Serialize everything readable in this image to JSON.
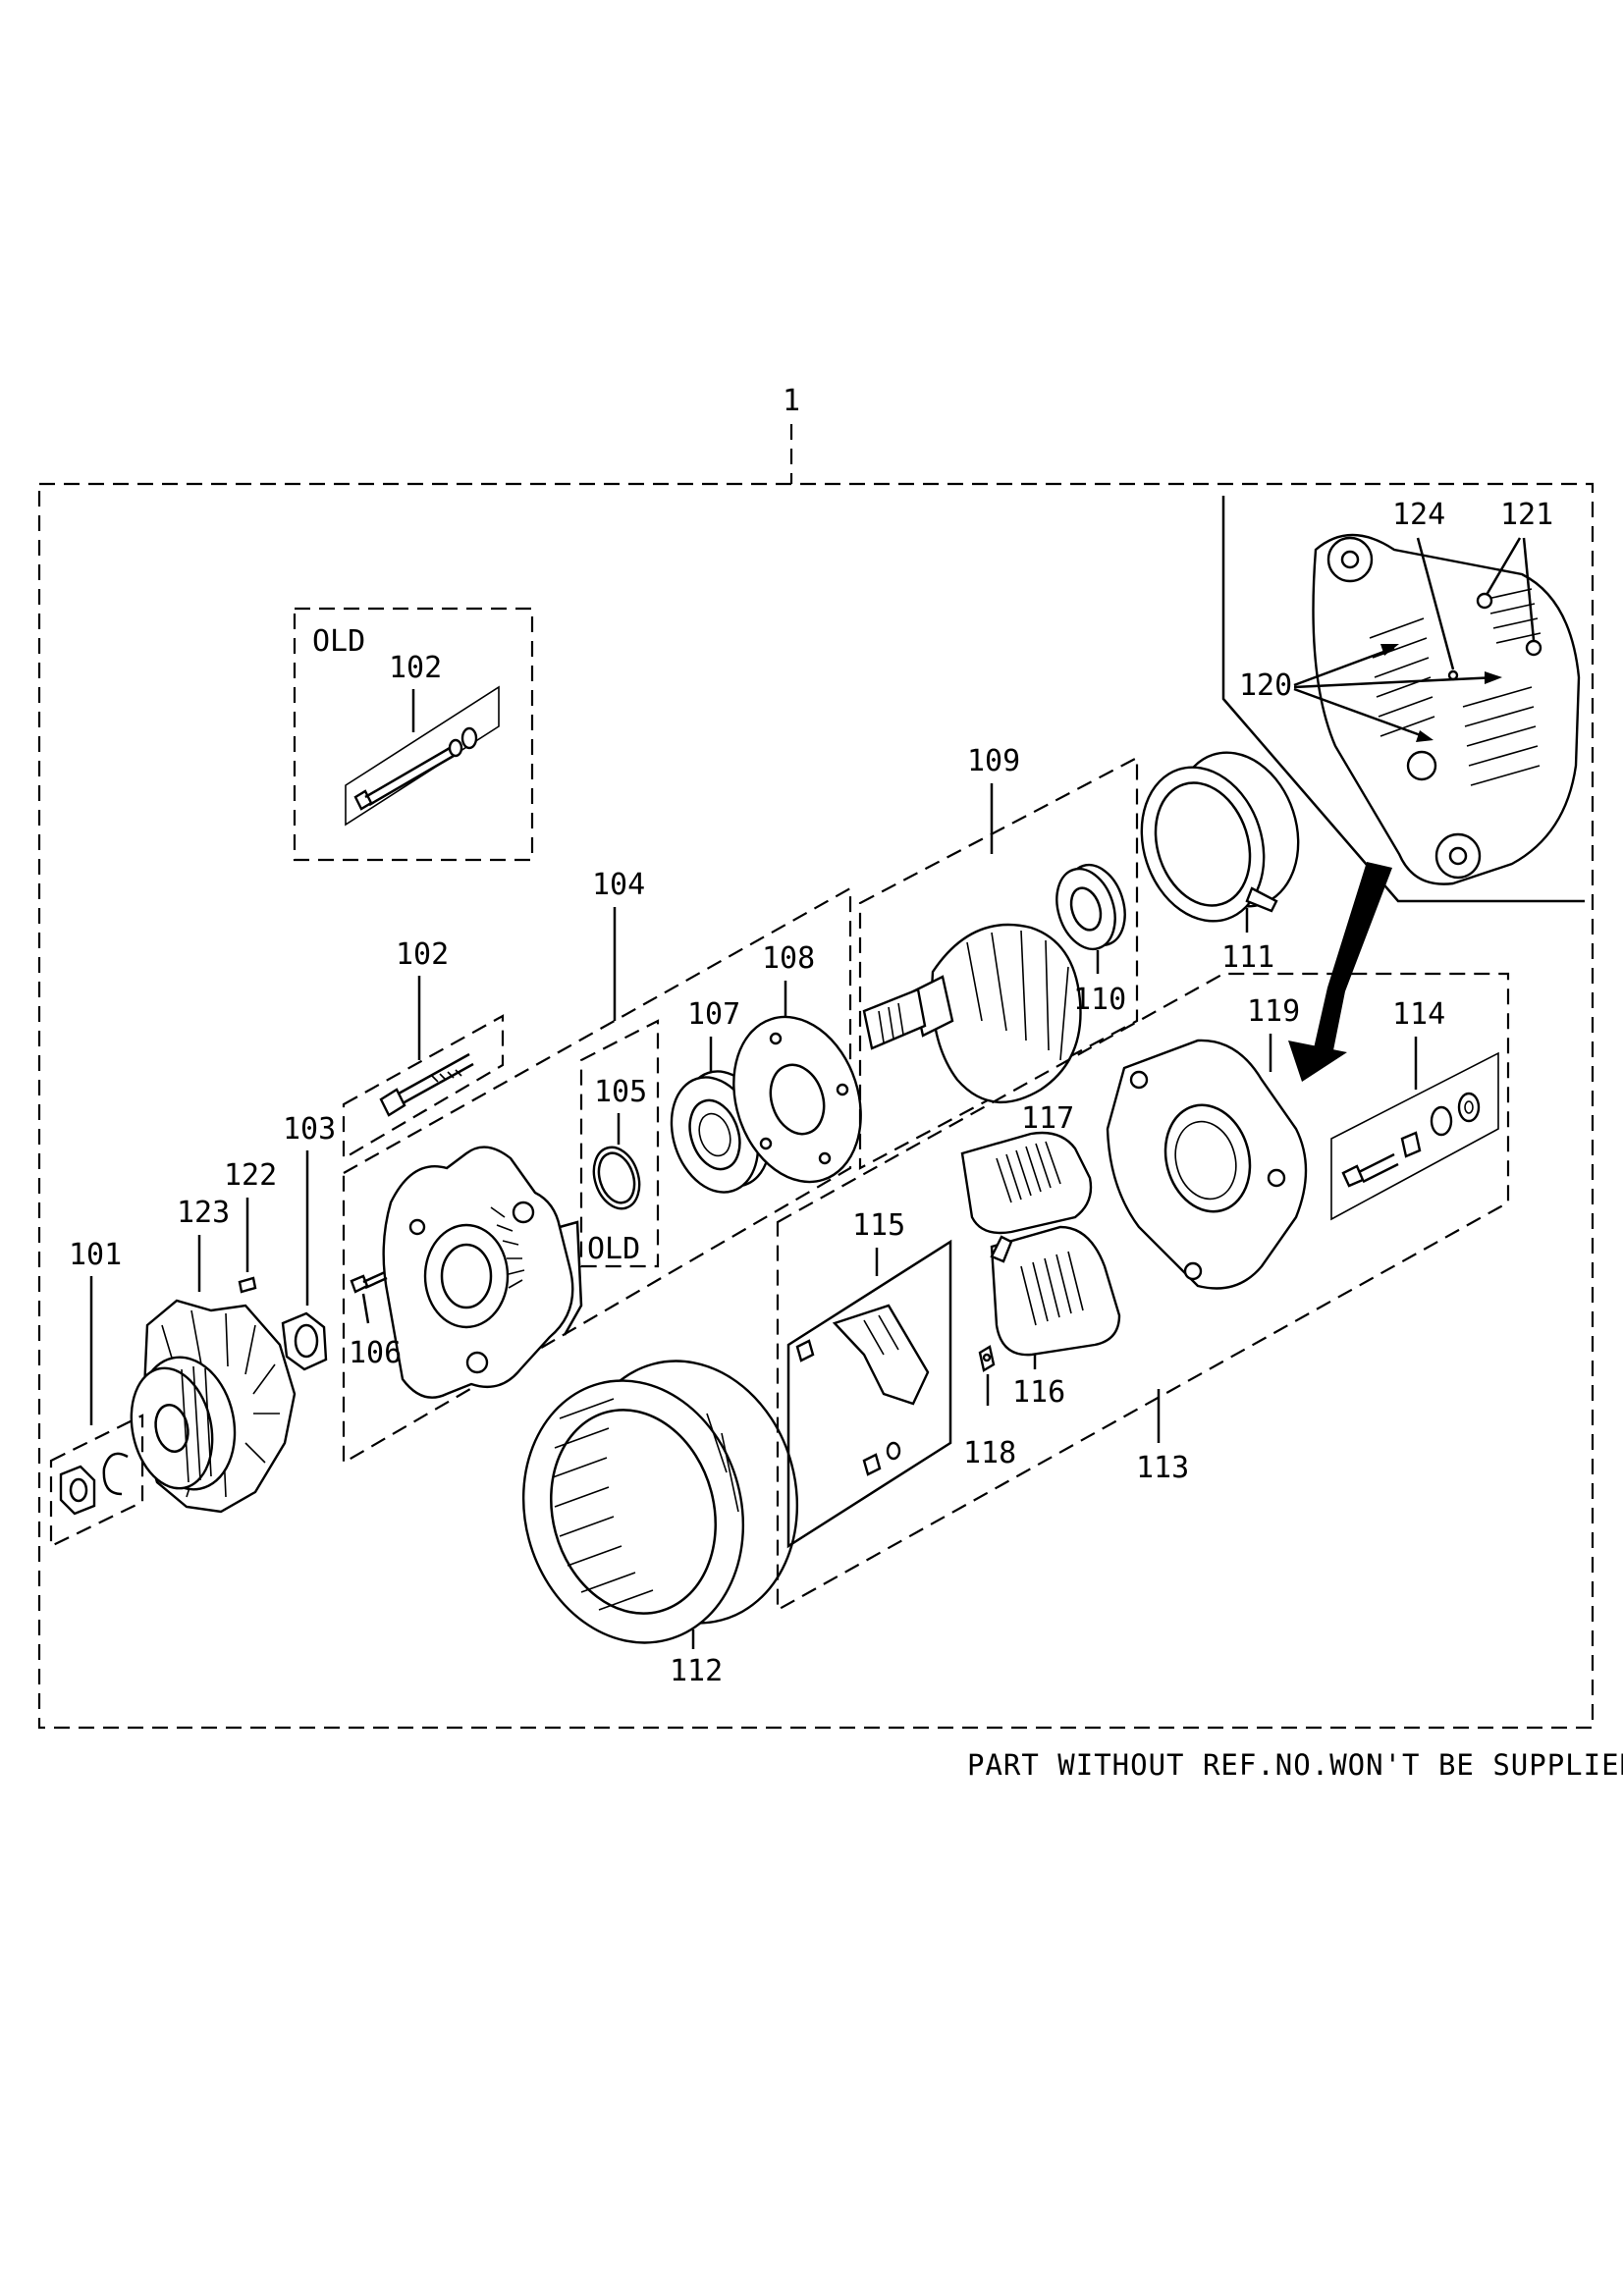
{
  "diagram": {
    "assembly_label": "1",
    "old_label_top": "OLD",
    "old_label_small": "OLD",
    "footer_note": "PART WITHOUT REF.NO.WON'T BE SUPPLIED.",
    "callouts": {
      "c101": "101",
      "c102_old": "102",
      "c102": "102",
      "c103": "103",
      "c104": "104",
      "c105": "105",
      "c106": "106",
      "c107": "107",
      "c108": "108",
      "c109": "109",
      "c110": "110",
      "c111": "111",
      "c112": "112",
      "c113": "113",
      "c114": "114",
      "c115": "115",
      "c116": "116",
      "c117": "117",
      "c118": "118",
      "c119": "119",
      "c120": "120",
      "c121": "121",
      "c122": "122",
      "c123": "123",
      "c124": "124"
    }
  }
}
